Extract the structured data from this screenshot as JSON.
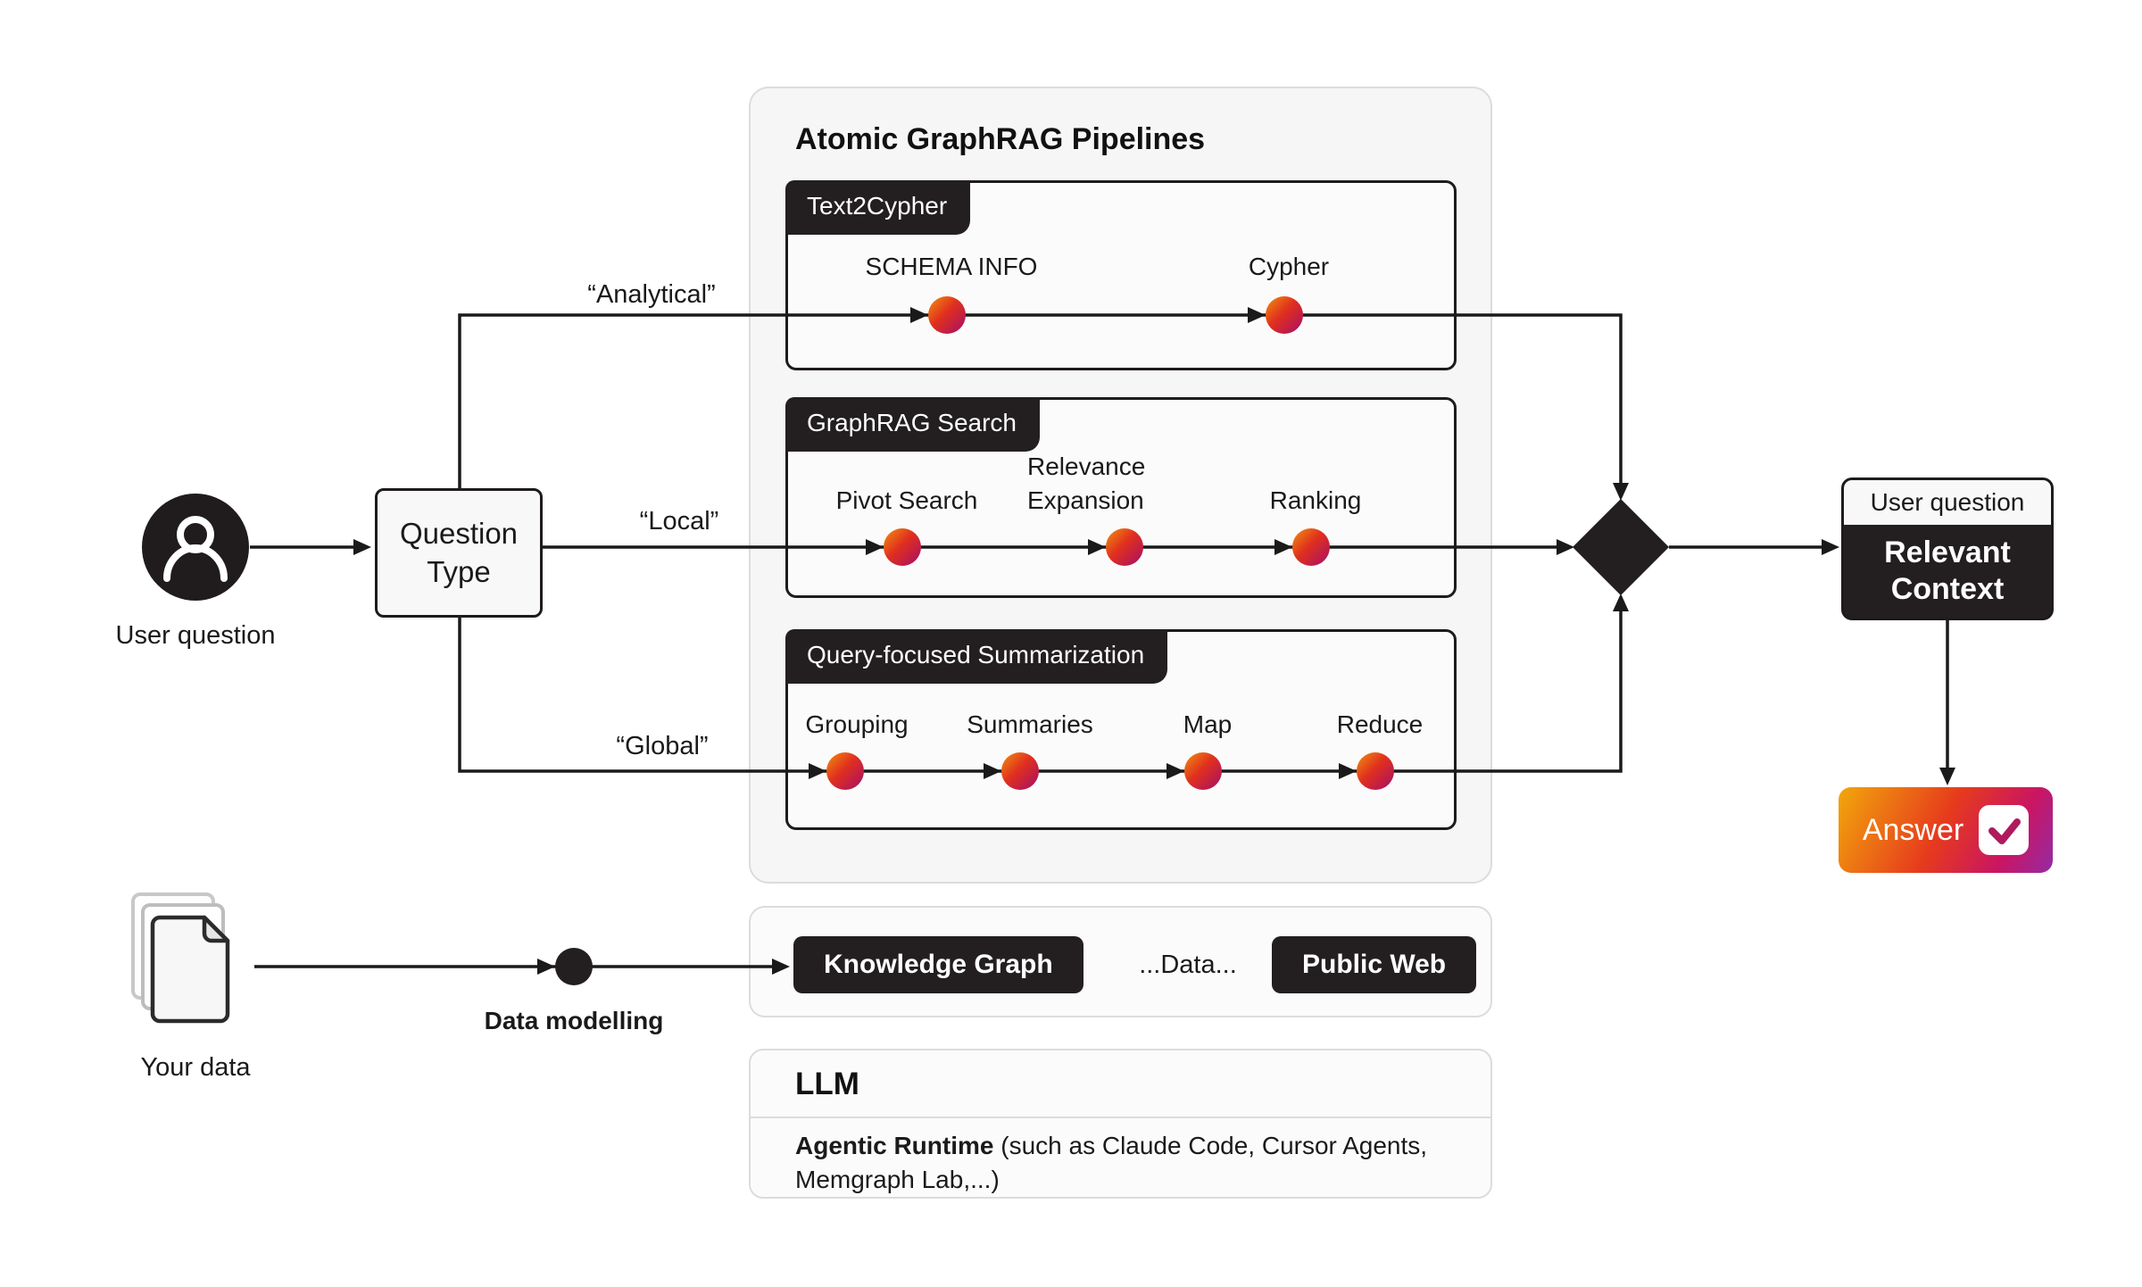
{
  "colors": {
    "line": "#1A1A1A",
    "dark_fill": "#231F20",
    "dot_gradient": [
      "#F2920F",
      "#E0301E",
      "#A50D69"
    ],
    "answer_gradient": [
      "#F2A70B",
      "#E63A1D",
      "#C91563",
      "#942BA5"
    ],
    "check": "#B0195E"
  },
  "left": {
    "user_label": "User question",
    "question_type": "Question Type"
  },
  "routes": {
    "analytical": "“Analytical”",
    "local": "“Local”",
    "global": "“Global”"
  },
  "pipelines": {
    "title": "Atomic GraphRAG Pipelines",
    "items": [
      {
        "tag": "Text2Cypher",
        "nodes": [
          "SCHEMA INFO",
          "Cypher"
        ]
      },
      {
        "tag": "GraphRAG Search",
        "nodes": [
          "Pivot Search",
          "Relevance Expansion",
          "Ranking"
        ]
      },
      {
        "tag": "Query-focused Summarization",
        "nodes": [
          "Grouping",
          "Summaries",
          "Map",
          "Reduce"
        ]
      }
    ]
  },
  "output": {
    "context_header": "User question",
    "context_body": "Relevant Context",
    "answer_label": "Answer"
  },
  "data_layer": {
    "your_data_label": "Your data",
    "data_modelling_label": "Data modelling",
    "sources": [
      "Knowledge Graph",
      "...Data...",
      "Public Web"
    ]
  },
  "llm": {
    "title": "LLM",
    "runtime_bold": "Agentic Runtime",
    "runtime_rest": " (such as Claude Code, Cursor Agents, Memgraph Lab,...)"
  }
}
